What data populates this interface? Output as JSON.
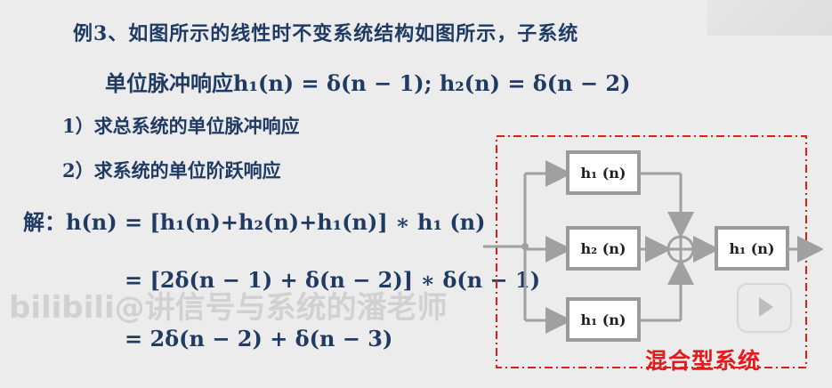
{
  "problem": {
    "title": "例3、如图所示的线性时不变系统结构如图所示，子系统",
    "impulse_responses": "单位脉冲响应h₁(n) = δ(n − 1); h₂(n) = δ(n − 2)",
    "question_1": "1）求总系统的单位脉冲响应",
    "question_2": "2）求系统的单位阶跃响应"
  },
  "solution": {
    "line_1": "解：h(n) = [h₁(n)+h₂(n)+h₁(n)] ∗ h₁ (n)",
    "line_2": "= [2δ(n − 1) + δ(n − 2)] ∗ δ(n − 1)",
    "line_3": "= 2δ(n − 2) + δ(n − 3)"
  },
  "diagram": {
    "block_top": "h₁ (n)",
    "block_mid": "h₂ (n)",
    "block_bottom": "h₁ (n)",
    "block_right": "h₁ (n)",
    "label": "混合型系统",
    "accent": "#e21b1b",
    "block_fill": "#ffffff",
    "block_border": "#9a9a9a"
  },
  "watermark": "bilibili@讲信号与系统的潘老师"
}
